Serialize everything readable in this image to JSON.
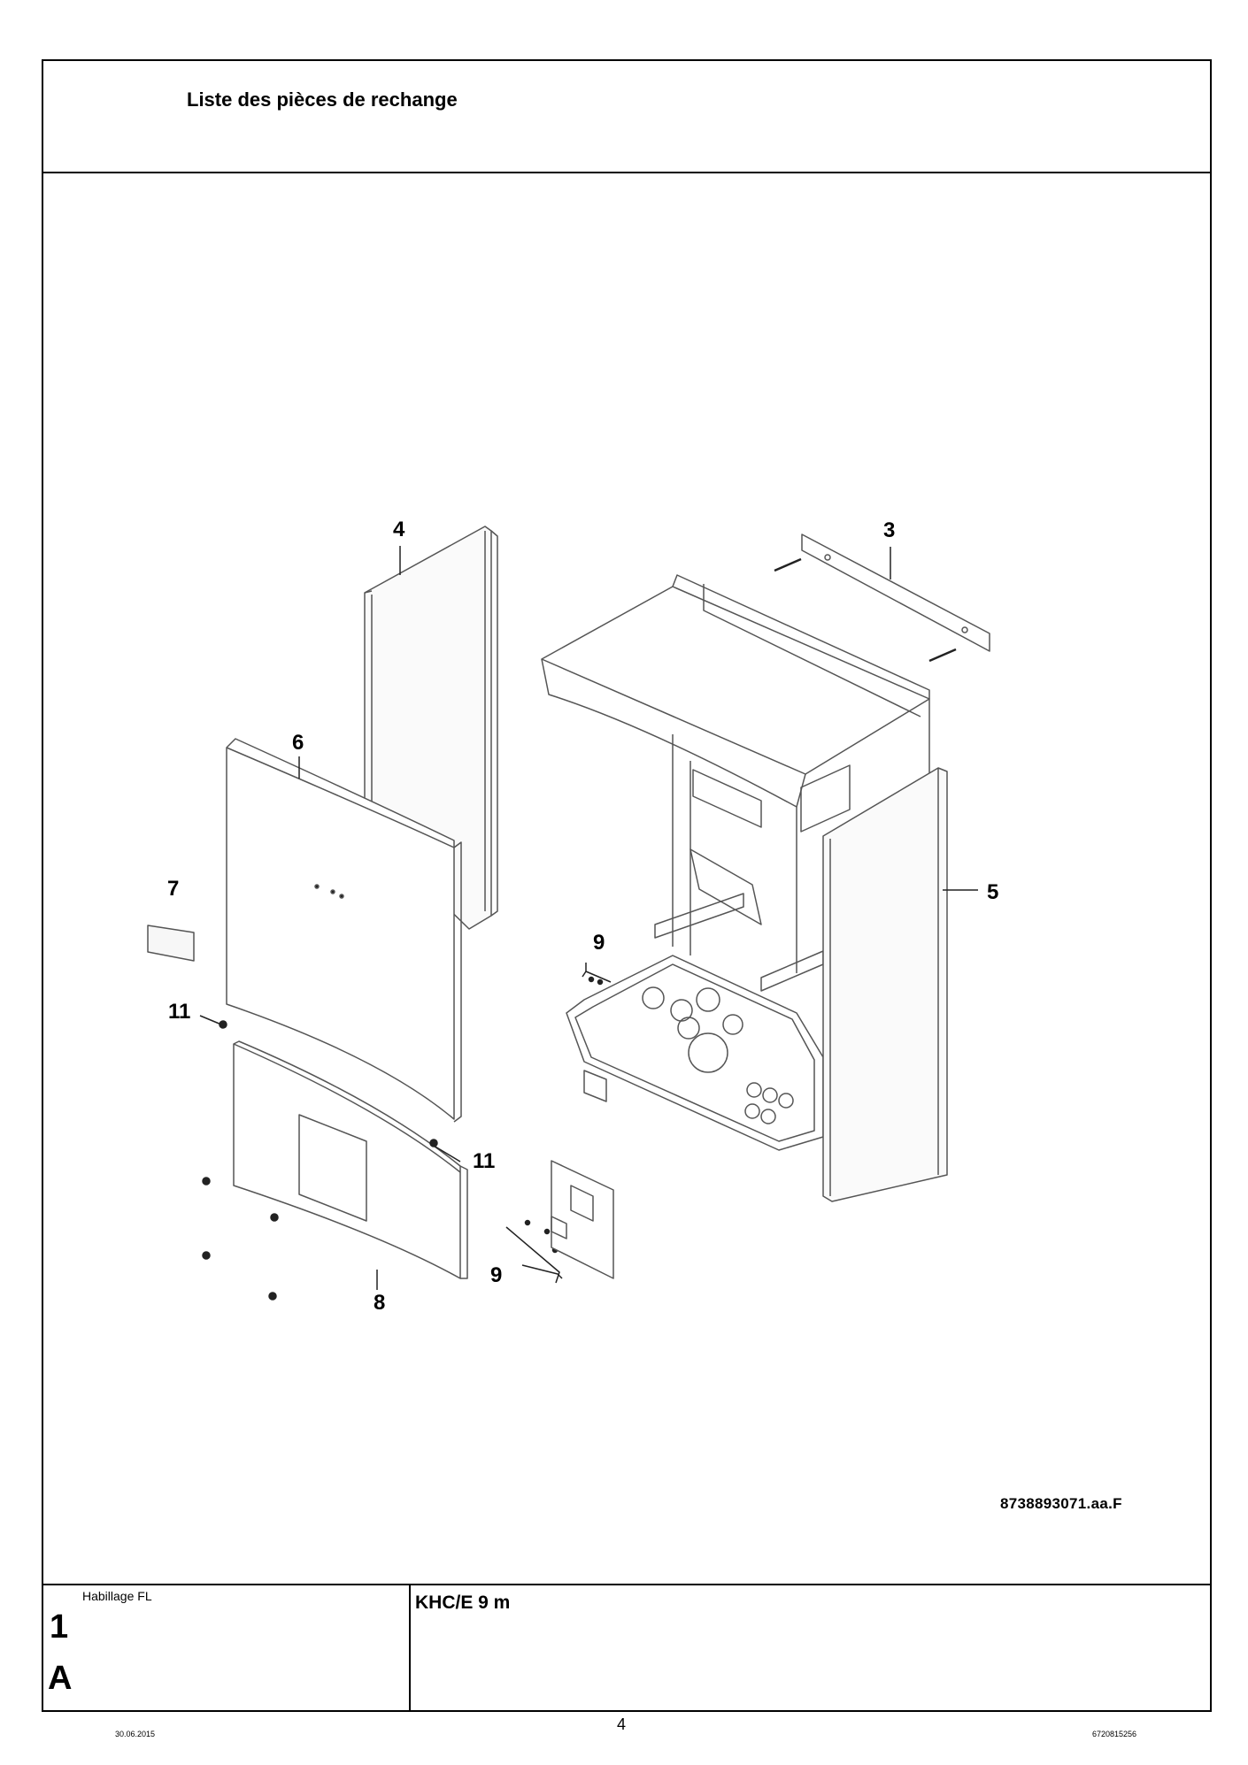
{
  "header": {
    "title": "Liste des pièces de rechange"
  },
  "drawing": {
    "id": "8738893071.aa.F",
    "callouts": {
      "c3": "3",
      "c4": "4",
      "c5": "5",
      "c6": "6",
      "c7": "7",
      "c8": "8",
      "c9a": "9",
      "c9b": "9",
      "c11a": "11",
      "c11b": "11"
    }
  },
  "title_block": {
    "section_label": "Habillage FL",
    "section_number": "1",
    "section_letter": "A",
    "model": "KHC/E 9 m"
  },
  "footer": {
    "date": "30.06.2015",
    "page": "4",
    "doc_number": "6720815256"
  }
}
